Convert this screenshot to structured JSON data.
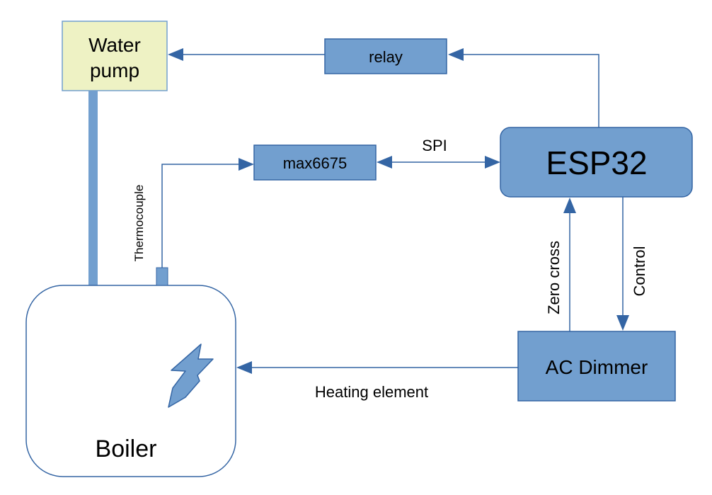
{
  "diagram": {
    "nodes": {
      "water_pump": {
        "label_line1": "Water",
        "label_line2": "pump"
      },
      "relay": {
        "label": "relay"
      },
      "max6675": {
        "label": "max6675"
      },
      "esp32": {
        "label": "ESP32"
      },
      "ac_dimmer": {
        "label": "AC Dimmer"
      },
      "boiler": {
        "label": "Boiler"
      }
    },
    "edges": {
      "spi": {
        "label": "SPI"
      },
      "thermocouple": {
        "label": "Thermocouple"
      },
      "zero_cross": {
        "label": "Zero cross"
      },
      "control": {
        "label": "Control"
      },
      "heating_element": {
        "label": "Heating element"
      }
    },
    "colors": {
      "box_fill": "#729fcf",
      "box_stroke": "#3465a4",
      "pump_fill": "#eef2c4",
      "pump_stroke": "#729fcf",
      "line": "#3465a4",
      "pipe": "#729fcf",
      "boiler_stroke": "#3465a4"
    },
    "icons": {
      "boiler": "lightning-bolt-icon"
    }
  }
}
